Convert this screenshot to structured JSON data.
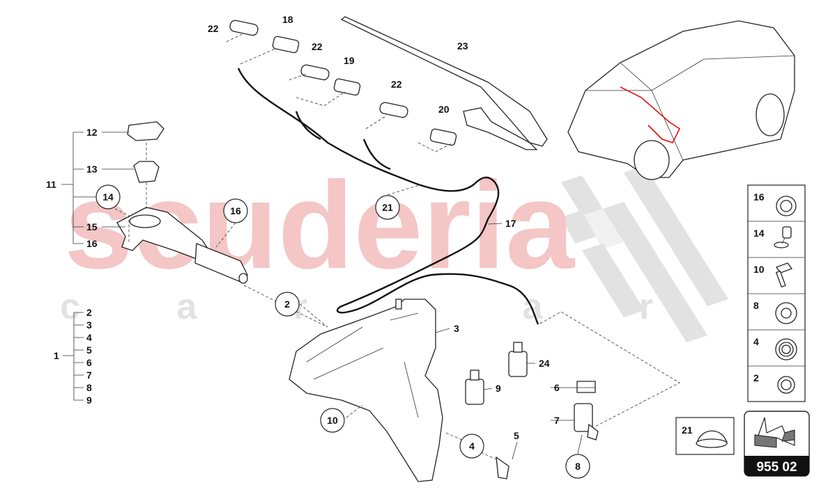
{
  "watermark": {
    "brand": "scuderia",
    "sub": "c a r p a r t s",
    "color": "#f4c6c6"
  },
  "callouts": {
    "p22a": "22",
    "p18": "18",
    "p22b": "22",
    "p19": "19",
    "p22c": "22",
    "p20": "20",
    "p23": "23",
    "p12": "12",
    "p13": "13",
    "p11": "11",
    "p14c": "14",
    "p15": "15",
    "p16": "16",
    "p16c": "16",
    "p21c": "21",
    "p17": "17",
    "p2c": "2",
    "p3": "3",
    "p24": "24",
    "p9": "9",
    "p6": "6",
    "p7": "7",
    "p10c": "10",
    "p4c": "4",
    "p5": "5",
    "p8c": "8",
    "p1": "1"
  },
  "group1_items": [
    "2",
    "3",
    "4",
    "5",
    "6",
    "7",
    "8",
    "9"
  ],
  "legend_panel": [
    {
      "num": "16",
      "icon": "seal-ring-icon"
    },
    {
      "num": "14",
      "icon": "clip-rivet-icon"
    },
    {
      "num": "10",
      "icon": "bolt-icon"
    },
    {
      "num": "8",
      "icon": "grommet-icon"
    },
    {
      "num": "4",
      "icon": "grommet-icon"
    },
    {
      "num": "2",
      "icon": "seal-ring-icon"
    }
  ],
  "legend_21": {
    "num": "21",
    "icon": "cap-icon"
  },
  "diagram_code": {
    "code": "955 02",
    "icon": "direction-arrow-icon"
  },
  "highlight_color": "#e01010"
}
